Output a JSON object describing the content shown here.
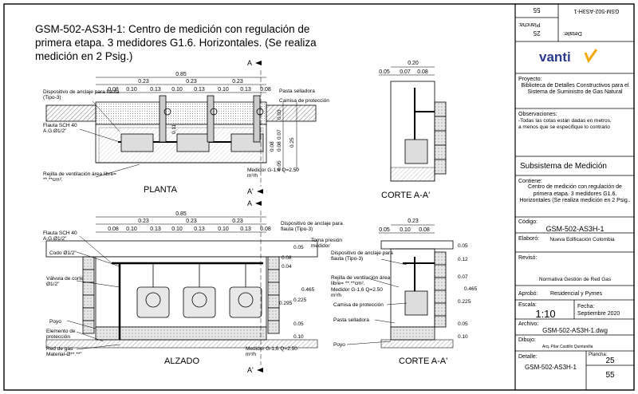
{
  "header": {
    "title": "GSM-502-AS3H-1: Centro de medición con regulación de primera etapa.  3 medidores G1.6. Horizontales. (Se realiza medición en 2 Psig.)"
  },
  "views": {
    "plan": "PLANTA",
    "section_top": "CORTE A-A'",
    "elevation": "ALZADO",
    "section_bottom": "CORTE A-A'"
  },
  "marks": {
    "a": "A",
    "a_prime": "A'"
  },
  "plan": {
    "total": "0.85",
    "segs": [
      "0.23",
      "0.23",
      "0.23"
    ],
    "subs": [
      "0.08",
      "0.10",
      "0.13",
      "0.10",
      "0.13",
      "0.10",
      "0.13",
      "0.08"
    ],
    "dims_v": [
      "0.03",
      "0.11",
      "0.07",
      "0.08",
      "0.08",
      "0.25",
      "0.05"
    ],
    "labels": {
      "anclaje": "Dispositivo de anclaje para flauta (Tipo-3)",
      "pasta": "Pasta selladora",
      "camisa": "Camisa de protección",
      "flauta": "Flauta SCH 40 A.G.Ø1/2\"",
      "rejilla": "Rejilla de ventilación área libre= **.**cm².",
      "medidor": "Medidor G-1,6 Q=2.50 m³/h"
    }
  },
  "section_top": {
    "top": "0.20",
    "subs": [
      "0.05",
      "0.07",
      "0.08"
    ]
  },
  "elevation": {
    "total": "0.85",
    "segs": [
      "0.23",
      "0.23",
      "0.23"
    ],
    "subs": [
      "0.08",
      "0.10",
      "0.13",
      "0.10",
      "0.13",
      "0.10",
      "0.13",
      "0.08"
    ],
    "dims_v": [
      "0.05",
      "0.08",
      "0.04",
      "0.465",
      "0.295",
      "0.225",
      "0.05",
      "0.10"
    ],
    "labels": {
      "flauta": "Flauta SCH 40 A.G.Ø1/2\"",
      "anclaje": "Dispositivo de anclaje para flauta (Tipo-3)",
      "toma": "Toma presión medidor",
      "codo": "Codo Ø1/2\"",
      "valvula": "Válvula de corte Ø1/2\"",
      "poyo": "Poyo",
      "elemento": "Elemento de protección",
      "red": "Red de gas Material-Ø**.**\"",
      "medidor": "Medidor G-1,6 Q=2.50 m³/h"
    }
  },
  "section_bottom": {
    "top": "0.23",
    "subs": [
      "0.05",
      "0.10",
      "0.08"
    ],
    "dims_v": [
      "0.05",
      "0.12",
      "0.07",
      "0.465",
      "0.225",
      "0.05",
      "0.10"
    ],
    "labels": {
      "anclaje": "Dispositivo de anclaje para flauta (Tipo-3)",
      "rejilla": "Rejilla de ventilación área libre= **.**cm².",
      "medidor": "Medidor G-1,6 Q=2.50 m³/h",
      "camisa": "Camisa de protección",
      "pasta": "Pasta selladora",
      "poyo": "Poyo"
    }
  },
  "titleblock": {
    "code_rot": "GSM-502-AS3H-1",
    "detalle_rot": "Detalle:",
    "plancha_rot": "Plancha:",
    "num_rot": "55",
    "num_rot2": "25",
    "logo": "vanti",
    "proyecto_label": "Proyecto:",
    "proyecto": "Biblioteca de Detalles Constructivos para el Sistema de Suministro de Gas Natural",
    "obs_label": "Observaciones:",
    "obs": "-Todas las cotas están dadas en metros, a menos que se especifique lo contrario",
    "subsistema": "Subsistema de Medición",
    "contiene_label": "Contiene:",
    "contiene": "Centro de medición con regulación de primera etapa. 3 medidores G1.6. Horizontales (Se realiza medición en 2 Psig..",
    "codigo_label": "Código:",
    "codigo": "GSM-502-AS3H-1",
    "elaboro_label": "Elaboró:",
    "elaboro": "Nueva Edificación Colombia",
    "reviso_label": "Revisó:",
    "reviso": "Normativa Gestión de Red Gas",
    "aprobo_label": "Aprobó:",
    "aprobo": "Residencial y Pymes",
    "escala_label": "Escala:",
    "escala": "1:10",
    "fecha_label": "Fecha:",
    "fecha": "Septiembre 2020",
    "archivo_label": "Archivo:",
    "archivo": "GSM-502-AS3H-1.dwg",
    "dibujo_label": "Dibujo:",
    "dibujo": "Arq. Pilar Castillo Quintanilla",
    "detalle_label": "Detalle:",
    "detalle": "GSM-502-AS3H-1",
    "plancha_label": "Plancha:",
    "plancha": "25",
    "total": "55"
  }
}
